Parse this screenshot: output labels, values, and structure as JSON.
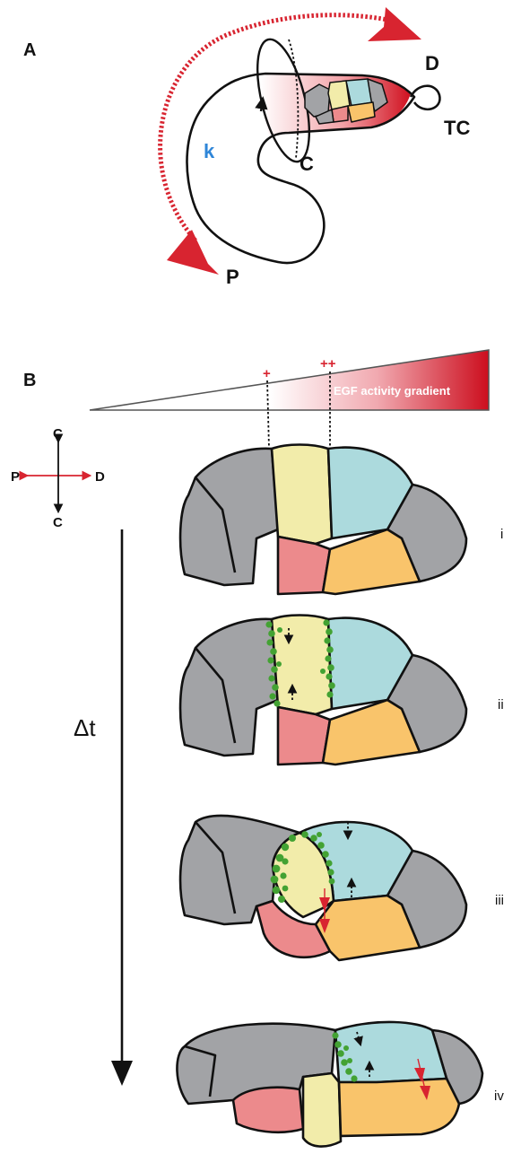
{
  "panel_a": {
    "label": "A",
    "d_label": "D",
    "p_label": "P",
    "tc_label": "TC",
    "c_label": "C",
    "k_label": "k"
  },
  "panel_b": {
    "label": "B",
    "gradient_label": "EGF activity gradient",
    "plus": "+",
    "plusplus": "++",
    "compass": {
      "top": "C",
      "bottom": "C",
      "left": "P",
      "right": "D"
    },
    "delta_t": "Δt",
    "stages": [
      "i",
      "ii",
      "iii",
      "iv"
    ]
  },
  "colors": {
    "grey": "#a2a3a6",
    "yellow": "#f2ecaa",
    "cyan": "#acdadd",
    "pink": "#ec8a8c",
    "orange": "#f9c46b",
    "green": "#43a233",
    "red": "#dc2a35",
    "k_blue": "#2f86d8"
  }
}
